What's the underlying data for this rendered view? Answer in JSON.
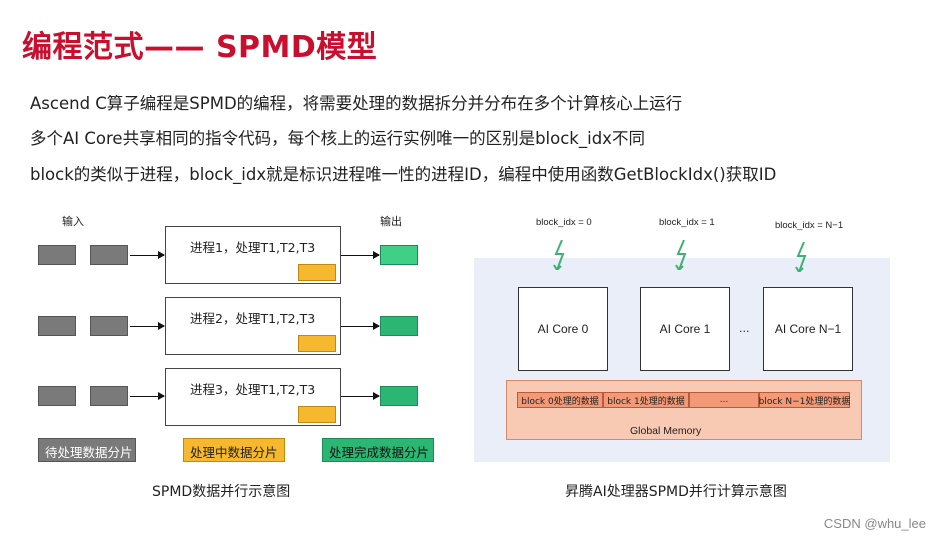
{
  "title": "编程范式—— SPMD模型",
  "lines": [
    "Ascend C算子编程是SPMD的编程，将需要处理的数据拆分并分布在多个计算核心上运行",
    "多个AI Core共享相同的指令代码，每个核上的运行实例唯一的区别是block_idx不同",
    "block的类似于进程，block_idx就是标识进程唯一性的进程ID，编程中使用函数GetBlockIdx()获取ID"
  ],
  "left_diagram": {
    "input_label": "输入",
    "output_label": "输出",
    "processes": [
      "进程1，处理T1,T2,T3",
      "进程2，处理T1,T2,T3",
      "进程3，处理T1,T2,T3"
    ],
    "legend": {
      "pending": "待处理数据分片",
      "processing": "处理中数据分片",
      "done": "处理完成数据分片"
    },
    "caption": "SPMD数据并行示意图",
    "colors": {
      "pending": "#7a7a7a",
      "processing": "#f5b82e",
      "done": "#2bb673"
    }
  },
  "right_diagram": {
    "block_idx_labels": [
      "block_idx = 0",
      "block_idx = 1",
      "block_idx = N−1"
    ],
    "cores": [
      "AI Core 0",
      "AI Core 1",
      "AI Core N−1"
    ],
    "ellipsis": "...",
    "memory_segments": [
      "block 0处理的数据",
      "block 1处理的数据",
      "...",
      "block N−1处理的数据"
    ],
    "memory_label": "Global Memory",
    "caption": "昇腾AI处理器SPMD并行计算示意图",
    "colors": {
      "panel": "#e9eef8",
      "memory": "#f8c9b3",
      "segment": "#f29a78",
      "bolt": "#3cb371"
    }
  },
  "watermark": "CSDN @whu_lee",
  "colors": {
    "title": "#c8102e"
  }
}
